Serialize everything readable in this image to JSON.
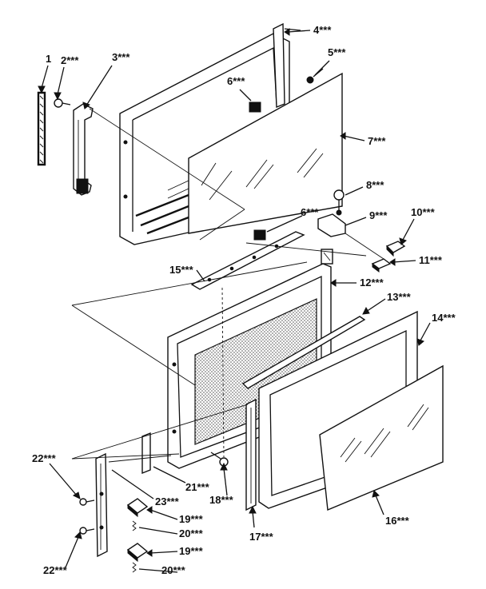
{
  "diagram": {
    "labels": {
      "l1": "1",
      "l2": "2***",
      "l3": "3***",
      "l4": "4***",
      "l5": "5***",
      "l6a": "6***",
      "l6b": "6***",
      "l7": "7***",
      "l8": "8***",
      "l9": "9***",
      "l10": "10***",
      "l11": "11***",
      "l12": "12***",
      "l13": "13***",
      "l14": "14***",
      "l15": "15***",
      "l16": "16***",
      "l17": "17***",
      "l18": "18***",
      "l19a": "19***",
      "l19b": "19***",
      "l20a": "20***",
      "l20b": "20***",
      "l21": "21***",
      "l22a": "22***",
      "l22b": "22***",
      "l23": "23***"
    }
  }
}
